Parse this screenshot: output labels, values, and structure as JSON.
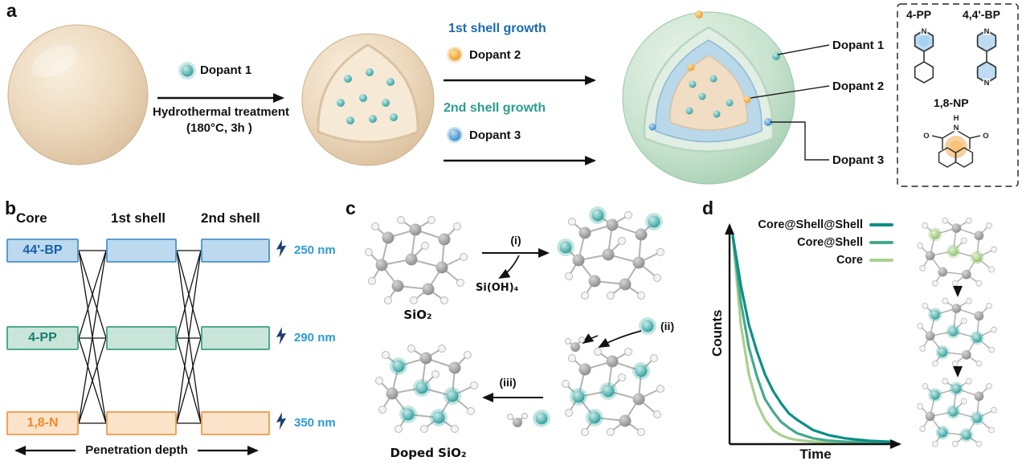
{
  "figure": {
    "panel_a_letter": "a",
    "panel_b_letter": "b",
    "panel_c_letter": "c",
    "panel_d_letter": "d"
  },
  "panel_a": {
    "dopant1": "Dopant 1",
    "treatment_line1": "Hydrothermal treatment",
    "treatment_line2": "(180°C, 3h )",
    "first_shell_growth": "1st shell growth",
    "dopant2": "Dopant 2",
    "second_shell_growth": "2nd shell growth",
    "dopant3": "Dopant 3",
    "callouts": [
      "Dopant 1",
      "Dopant 2",
      "Dopant 3"
    ],
    "molecule_legend": {
      "mol_4pp": "4-PP",
      "mol_44bp": "4,4'-BP",
      "mol_18np": "1,8-NP",
      "atom_n": "N",
      "atom_h": "H",
      "atom_o": "O"
    },
    "colors": {
      "dopant1": "#35a0a8",
      "dopant2": "#f0a13a",
      "dopant3": "#3f97d2",
      "first_shell_label": "#1a6ab3",
      "second_shell_label": "#2a9d8f",
      "core_sphere": "#ecd8bc",
      "outer_shell_sphere": "#c8e3cf",
      "inner_shell_cut": "#b9d8ea"
    }
  },
  "panel_b": {
    "headers": [
      "Core",
      "1st shell",
      "2nd shell"
    ],
    "rows": [
      {
        "label": "44'-BP",
        "wavelength": "250 nm",
        "fill": "#bcd9ee",
        "border": "#5a9bd0",
        "text_color": "#1b5fa8"
      },
      {
        "label": "4-PP",
        "wavelength": "290 nm",
        "fill": "#c9e5da",
        "border": "#4daa93",
        "text_color": "#17806d"
      },
      {
        "label": "1,8-N",
        "wavelength": "350 nm",
        "fill": "#fbe3c9",
        "border": "#f0a25a",
        "text_color": "#ec8a2b"
      }
    ],
    "wavelength_color": "#2e9ad6",
    "axis_label": "Penetration depth"
  },
  "panel_c": {
    "sio2": "SiO₂",
    "byproduct": "Si(OH)₄",
    "step_i": "(i)",
    "step_ii": "(ii)",
    "step_iii": "(iii)",
    "doped_sio2": "Doped SiO₂"
  },
  "panel_d": {
    "ylabel": "Counts",
    "xlabel": "Time"
  },
  "chart_data": {
    "type": "line",
    "title": "",
    "xlabel": "Time",
    "ylabel": "Counts",
    "axes_numeric": false,
    "grid": false,
    "legend_position": "top-right",
    "x_normalized": [
      0,
      0.05,
      0.1,
      0.15,
      0.2,
      0.25,
      0.3,
      0.35,
      0.4,
      0.5,
      0.6,
      0.7,
      0.85,
      1
    ],
    "series": [
      {
        "name": "Core@Shell@Shell",
        "color": "#0c8f86",
        "y_normalized": [
          1,
          0.76,
          0.57,
          0.44,
          0.33,
          0.25,
          0.19,
          0.14,
          0.11,
          0.06,
          0.035,
          0.02,
          0.008,
          0.003
        ]
      },
      {
        "name": "Core@Shell",
        "color": "#46a98e",
        "y_normalized": [
          1,
          0.68,
          0.46,
          0.32,
          0.21,
          0.15,
          0.1,
          0.07,
          0.045,
          0.02,
          0.009,
          0.004,
          0.001,
          0
        ]
      },
      {
        "name": "Core",
        "color": "#a9d08e",
        "y_normalized": [
          1,
          0.57,
          0.33,
          0.19,
          0.11,
          0.06,
          0.035,
          0.02,
          0.012,
          0.004,
          0.001,
          0,
          0,
          0
        ]
      }
    ]
  }
}
